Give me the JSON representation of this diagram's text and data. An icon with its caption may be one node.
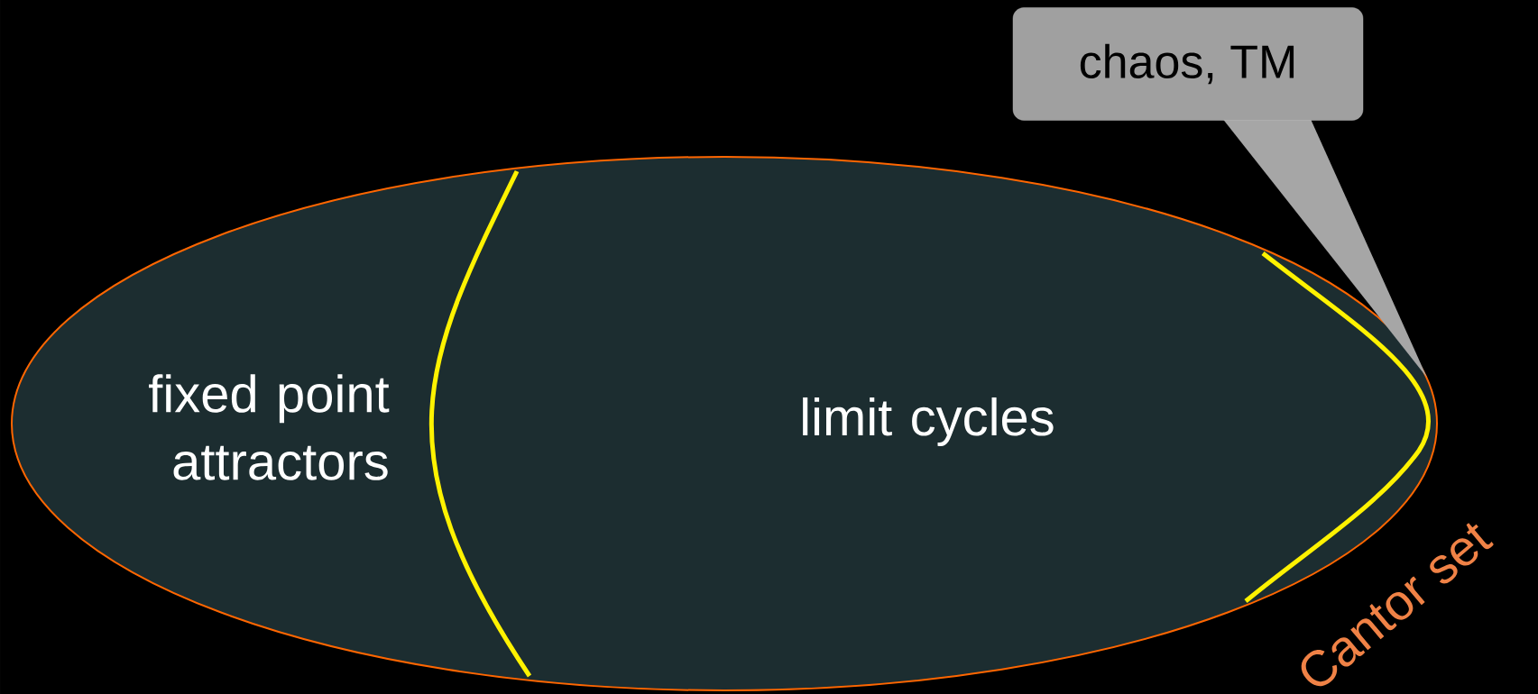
{
  "diagram": {
    "nodes": [
      {
        "text": [],
        "shape": "ellipse"
      },
      {
        "text": [
          "fixed point attractors"
        ],
        "in": 0
      },
      {
        "text": [
          "limit cycles"
        ],
        "in": 0
      },
      {
        "text": [
          "chaos, TM"
        ]
      }
    ],
    "labels": [
      "Cantor set"
    ]
  }
}
